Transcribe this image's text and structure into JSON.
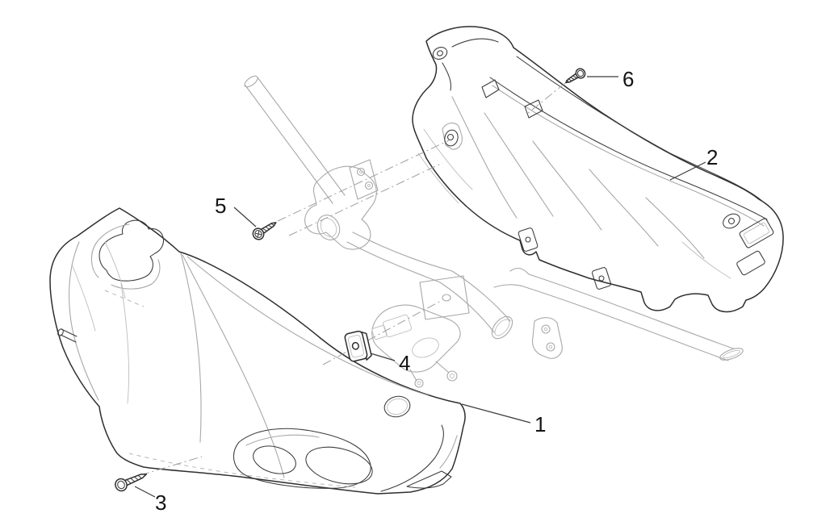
{
  "diagram": {
    "type": "exploded-parts-line-drawing",
    "background": "#ffffff",
    "line_color_dark": "#2e2e2e",
    "line_color_light": "#a8a8a8",
    "leader_color": "#3c3c3c",
    "label_color": "#141414"
  },
  "callouts": [
    {
      "label": "1"
    },
    {
      "label": "2"
    },
    {
      "label": "3"
    },
    {
      "label": "4"
    },
    {
      "label": "5"
    },
    {
      "label": "6"
    }
  ]
}
